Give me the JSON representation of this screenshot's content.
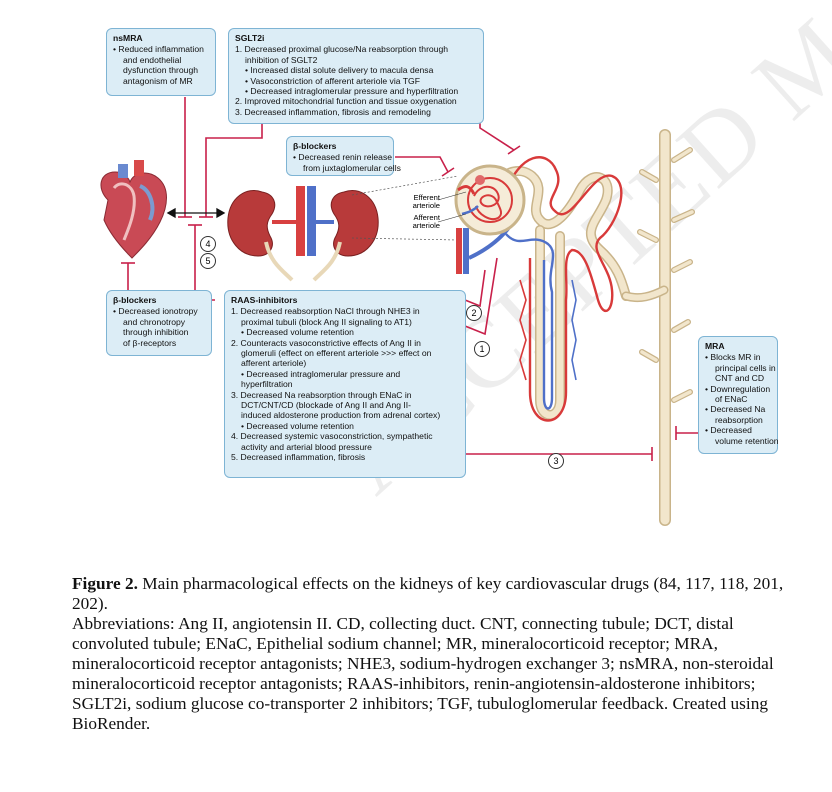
{
  "figure": {
    "nsmra": {
      "title": "nsMRA",
      "lines": [
        "• Reduced inflammation",
        "and endothelial",
        "dysfunction through",
        "antagonism of MR"
      ]
    },
    "sglt2i": {
      "title": "SGLT2i",
      "lines": [
        "1. Decreased proximal glucose/Na reabsorption through",
        "inhibition of SGLT2",
        "• Increased distal solute delivery to macula densa",
        "• Vasoconstriction of afferent arteriole via TGF",
        "• Decreased intraglomerular pressure and hyperfiltration",
        "2. Improved mitochondrial function and tissue oxygenation",
        "3. Decreased inflammation, fibrosis and remodeling"
      ]
    },
    "bb_top": {
      "title": "β-blockers",
      "lines": [
        "• Decreased renin release",
        "from juxtaglomerular cells"
      ]
    },
    "bb_left": {
      "title": "β-blockers",
      "lines": [
        "• Decreased ionotropy",
        "and chronotropy",
        "through inhibition",
        "of β-receptors"
      ]
    },
    "raas": {
      "title": "RAAS-inhibitors",
      "lines": [
        "1. Decreased reabsorption NaCl through NHE3 in",
        "proximal tubuli (block Ang II signaling to AT1)",
        "• Decreased volume retention",
        "2. Counteracts vasoconstrictive effects of Ang II in",
        "glomeruli (effect on efferent arteriole >>> effect on",
        "afferent arteriole)",
        "• Decreased intraglomerular pressure and",
        "hyperfiltration",
        "3. Decreased Na reabsorption through ENaC in",
        "DCT/CNT/CD (blockade of Ang II and Ang II-",
        "induced aldosterone production from adrenal cortex)",
        "• Decreased volume retention",
        "4. Decreased systemic vasoconstriction, sympathetic",
        "activity and arterial blood pressure",
        "5. Decreased inflammation, fibrosis"
      ]
    },
    "mra": {
      "title": "MRA",
      "lines": [
        "• Blocks MR in",
        "principal cells in",
        "CNT and CD",
        "• Downregulation",
        "of ENaC",
        "• Decreased Na",
        "reabsorption",
        "• Decreased",
        "volume retention"
      ]
    },
    "labels": {
      "efferent": "Efferent arteriole",
      "afferent": "Afferent arteriole"
    },
    "markers": [
      "1",
      "2",
      "3",
      "4",
      "5"
    ],
    "colors": {
      "box_fill": "#dcedf6",
      "box_border": "#7eb4d4",
      "inhibit_line": "#c8204a",
      "artery": "#d83a3a",
      "vein": "#4a64b4",
      "tubule": "#f2e6cc"
    }
  },
  "caption": {
    "label": "Figure 2.",
    "title_text": " Main pharmacological effects on the kidneys of key cardiovascular drugs (84, 117, 118, 201, 202).",
    "abbreviations": "Abbreviations: Ang II, angiotensin II. CD, collecting duct. CNT, connecting tubule; DCT, distal convoluted tubule; ENaC, Epithelial sodium channel; MR, mineralocorticoid receptor; MRA, mineralocorticoid receptor antagonists; NHE3, sodium-hydrogen exchanger 3; nsMRA, non-steroidal mineralocorticoid receptor antagonists; RAAS-inhibitors, renin-angiotensin-aldosterone inhibitors; SGLT2i, sodium glucose co-transporter 2 inhibitors; TGF, tubuloglomerular feedback. Created using BioRender."
  },
  "watermark": "ACCEPTED MANUSCRIPT"
}
